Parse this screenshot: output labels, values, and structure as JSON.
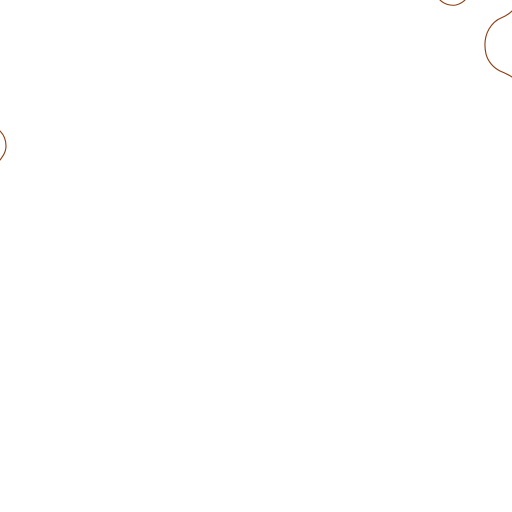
{
  "map": {
    "background_color": "#ffffff",
    "line_color": "#8b3a0e",
    "features": [
      {
        "kind": "contour-line",
        "id": "top-right-arc"
      },
      {
        "kind": "contour-line",
        "id": "right-edge-curve"
      },
      {
        "kind": "contour-line",
        "id": "left-edge-curve"
      }
    ]
  }
}
